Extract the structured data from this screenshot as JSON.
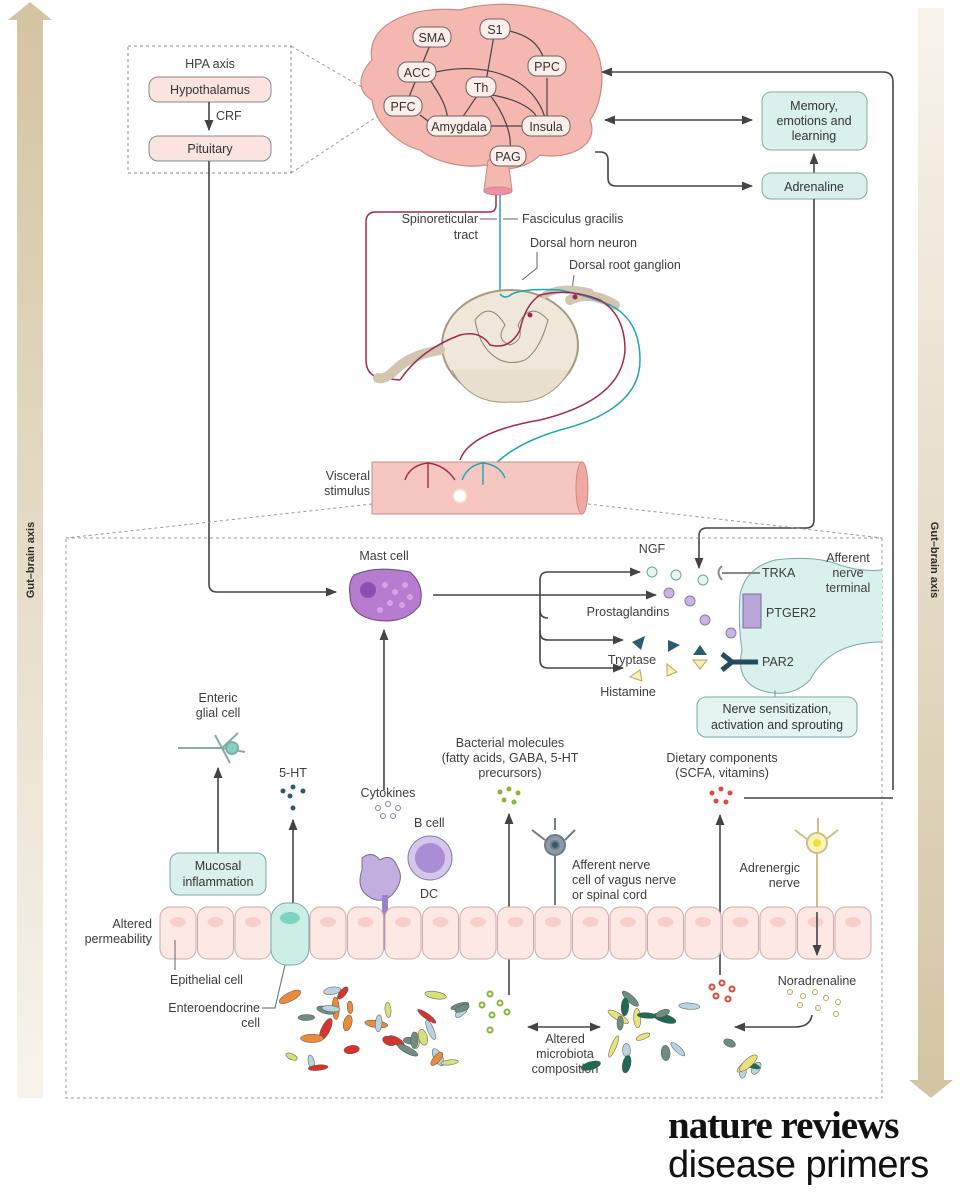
{
  "axis": {
    "left_label": "Gut–brain axis",
    "right_label": "Gut–brain axis"
  },
  "hpa": {
    "title": "HPA axis",
    "hypothalamus": "Hypothalamus",
    "crf": "CRF",
    "pituitary": "Pituitary"
  },
  "brain": {
    "regions": [
      "SMA",
      "S1",
      "ACC",
      "PPC",
      "Th",
      "PFC",
      "Amygdala",
      "Insula",
      "PAG"
    ]
  },
  "right_boxes": {
    "memory": [
      "Memory,",
      "emotions and",
      "learning"
    ],
    "adrenaline": "Adrenaline"
  },
  "spinal": {
    "spinoreticular": [
      "Spinoreticular",
      "tract"
    ],
    "fasciculus": "Fasciculus gracilis",
    "dorsal_horn": "Dorsal horn neuron",
    "drg": "Dorsal root ganglion"
  },
  "gut_tube": {
    "visceral": [
      "Visceral",
      "stimulus"
    ]
  },
  "mediators": {
    "mast_cell": "Mast cell",
    "ngf": "NGF",
    "prostaglandins": "Prostaglandins",
    "tryptase": "Tryptase",
    "histamine": "Histamine",
    "afferent_terminal": [
      "Afferent",
      "nerve",
      "terminal"
    ],
    "trka": "TRKA",
    "ptger2": "PTGER2",
    "par2": "PAR2",
    "sensitization": [
      "Nerve sensitization,",
      "activation and sprouting"
    ]
  },
  "gut": {
    "enteric_glial": [
      "Enteric",
      "glial cell"
    ],
    "five_ht": "5-HT",
    "cytokines": "Cytokines",
    "b_cell": "B cell",
    "dc": "DC",
    "bacterial": [
      "Bacterial molecules",
      "(fatty acids, GABA, 5-HT",
      "precursors)"
    ],
    "dietary": [
      "Dietary components",
      "(SCFA, vitamins)"
    ],
    "mucosal": [
      "Mucosal",
      "inflammation"
    ],
    "afferent_vagus": [
      "Afferent nerve",
      "cell of vagus nerve",
      "or spinal cord"
    ],
    "adrenergic": [
      "Adrenergic",
      "nerve"
    ],
    "altered_perm": [
      "Altered",
      "permeability"
    ],
    "epithelial": "Epithelial cell",
    "enteroendocrine": [
      "Enteroendocrine",
      "cell"
    ],
    "noradrenaline": "Noradrenaline",
    "altered_microbiota": [
      "Altered",
      "microbiota",
      "composition"
    ]
  },
  "logo": {
    "line1": "nature reviews",
    "line2": "disease primers"
  },
  "colors": {
    "brain": "#f4b8b0",
    "teal_box": "#d9f0ec",
    "pink_box": "#fbe3df",
    "mast": "#b77bd0",
    "axis_arrow": "#d6c7a8",
    "nerve_red": "#a3284f",
    "nerve_teal": "#1ea6b7"
  }
}
